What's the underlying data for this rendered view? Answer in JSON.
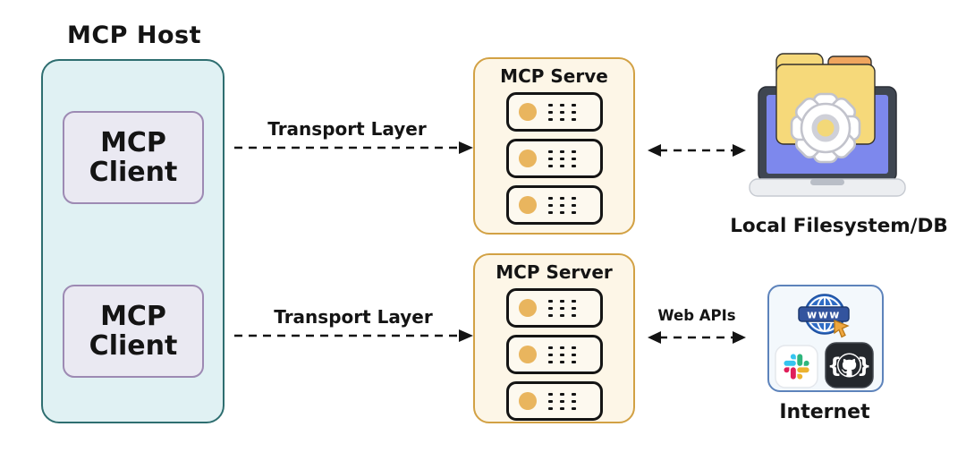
{
  "host": {
    "title": "MCP Host",
    "clients": [
      {
        "label": "MCP Client"
      },
      {
        "label": "MCP Client"
      }
    ]
  },
  "connections": {
    "transport_top": "Transport Layer",
    "transport_bottom": "Transport Layer",
    "web_apis_label": "Web APIs"
  },
  "server_groups": [
    {
      "label": "MCP Serve",
      "unit_count": 3
    },
    {
      "label": "MCP Server",
      "unit_count": 3
    }
  ],
  "endpoints": {
    "filesystem": {
      "label": "Local Filesystem/DB"
    },
    "internet": {
      "label": "Internet",
      "globe_text": "www"
    }
  },
  "icons": [
    "server-rack-icon",
    "laptop-icon",
    "folder-icon",
    "gear-icon",
    "globe-www-icon",
    "cursor-icon",
    "slack-icon",
    "github-icon"
  ],
  "colors": {
    "host_fill": "#e0f1f3",
    "host_border": "#2e6e70",
    "client_fill": "#eae9f2",
    "client_border": "#9d8ab3",
    "server_fill": "#fdf6e7",
    "server_border": "#d2a144",
    "server_led": "#e9b55e",
    "internet_fill": "#f3f8fc",
    "internet_border": "#5d83bb",
    "laptop_screen": "#7d88ed",
    "laptop_frame": "#3f4651",
    "folder_yellow": "#f6d97a",
    "folder_orange": "#f0a55e",
    "line": "#141414"
  }
}
